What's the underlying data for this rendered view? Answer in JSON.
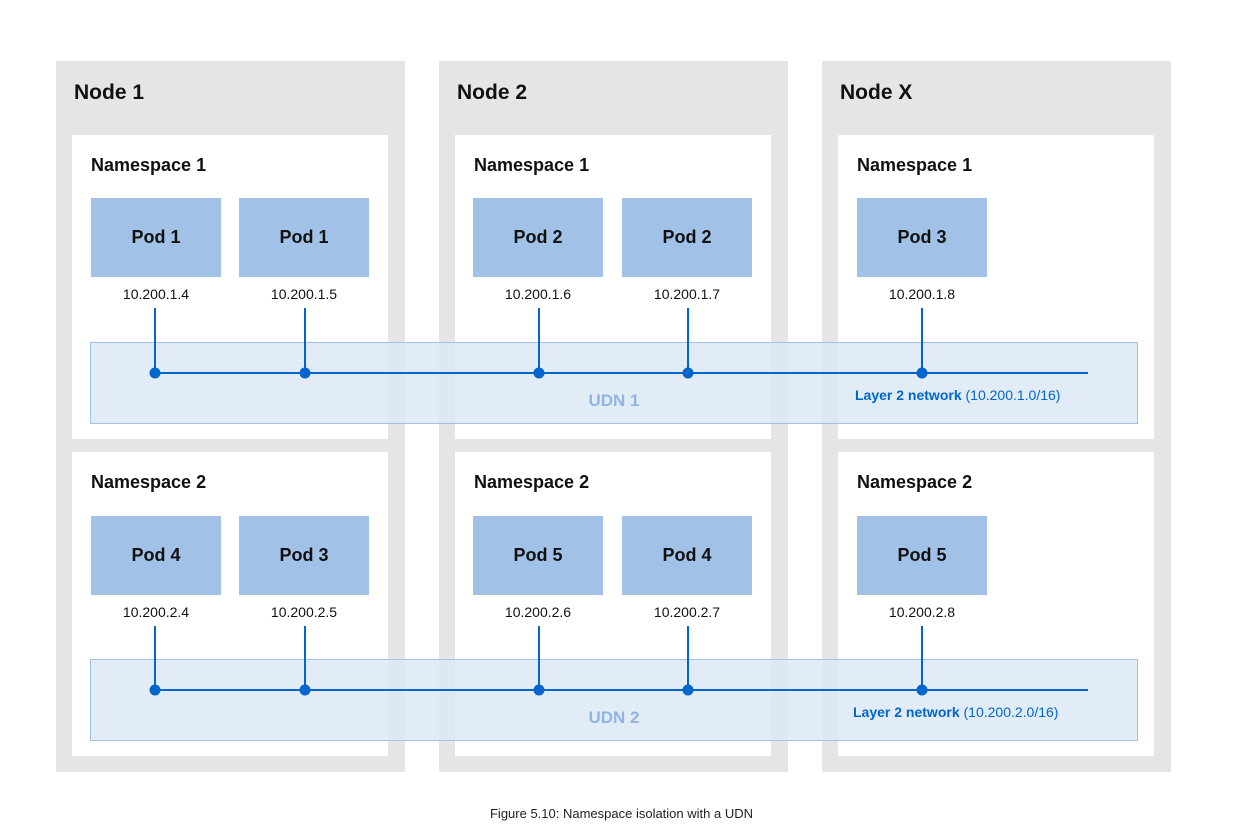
{
  "nodes": [
    {
      "title": "Node 1",
      "upper_ns": "Namespace 1",
      "lower_ns": "Namespace 2",
      "upper_pods": [
        {
          "label": "Pod 1",
          "ip": "10.200.1.4"
        },
        {
          "label": "Pod 1",
          "ip": "10.200.1.5"
        }
      ],
      "lower_pods": [
        {
          "label": "Pod 4",
          "ip": "10.200.2.4"
        },
        {
          "label": "Pod 3",
          "ip": "10.200.2.5"
        }
      ]
    },
    {
      "title": "Node 2",
      "upper_ns": "Namespace 1",
      "lower_ns": "Namespace 2",
      "upper_pods": [
        {
          "label": "Pod 2",
          "ip": "10.200.1.6"
        },
        {
          "label": "Pod 2",
          "ip": "10.200.1.7"
        }
      ],
      "lower_pods": [
        {
          "label": "Pod 5",
          "ip": "10.200.2.6"
        },
        {
          "label": "Pod 4",
          "ip": "10.200.2.7"
        }
      ]
    },
    {
      "title": "Node X",
      "upper_ns": "Namespace 1",
      "lower_ns": "Namespace 2",
      "upper_pods": [
        {
          "label": "Pod 3",
          "ip": "10.200.1.8"
        }
      ],
      "lower_pods": [
        {
          "label": "Pod 5",
          "ip": "10.200.2.8"
        }
      ]
    }
  ],
  "networks": [
    {
      "udn_label": "UDN 1",
      "type_label": "Layer 2 network",
      "cidr": "(10.200.1.0/16)"
    },
    {
      "udn_label": "UDN 2",
      "type_label": "Layer 2 network",
      "cidr": "(10.200.2.0/16)"
    }
  ],
  "caption": "Figure 5.10: Namespace isolation with a UDN",
  "colors": {
    "node_bg": "#e5e5e5",
    "namespace_bg": "#ffffff",
    "pod_fill": "#a1c2e6",
    "line": "#0066cc",
    "udn_band": "#dde9f5",
    "udn_text": "#8fb5e0"
  }
}
